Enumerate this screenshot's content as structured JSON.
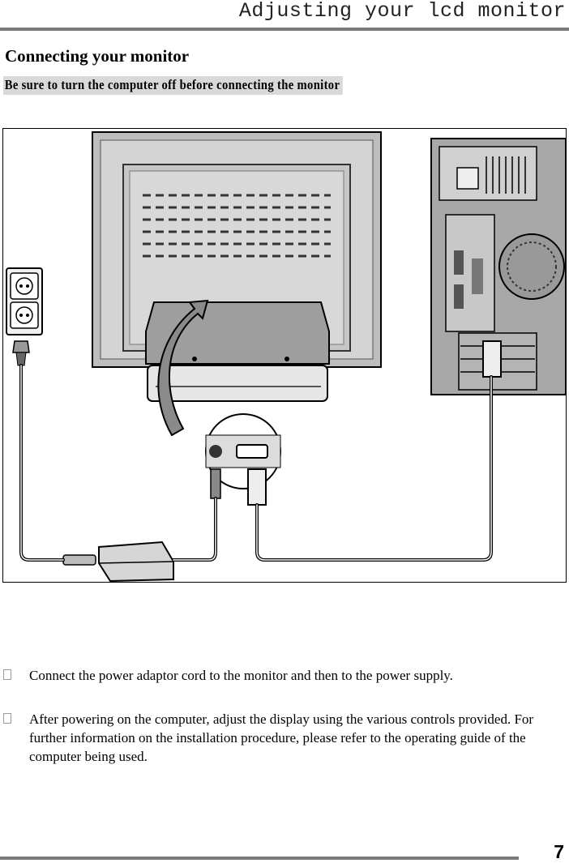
{
  "header": {
    "running_title": "Adjusting your lcd monitor"
  },
  "section": {
    "title": "Connecting your monitor",
    "warning": "Be sure to turn the computer off before connecting the monitor"
  },
  "figure": {
    "icons": [
      "wall-outlet-icon",
      "lcd-monitor-rear-icon",
      "computer-tower-icon",
      "power-adaptor-icon",
      "connector-port-closeup-icon",
      "rotate-arrow-icon"
    ]
  },
  "steps": [
    {
      "text": "Connect the power adaptor cord to the monitor and then to the power supply."
    },
    {
      "text": "After powering on the computer, adjust the display using the various controls provided. For further information on the installation procedure, please refer to the operating guide of the computer being used."
    }
  ],
  "footer": {
    "page_number": "7"
  }
}
